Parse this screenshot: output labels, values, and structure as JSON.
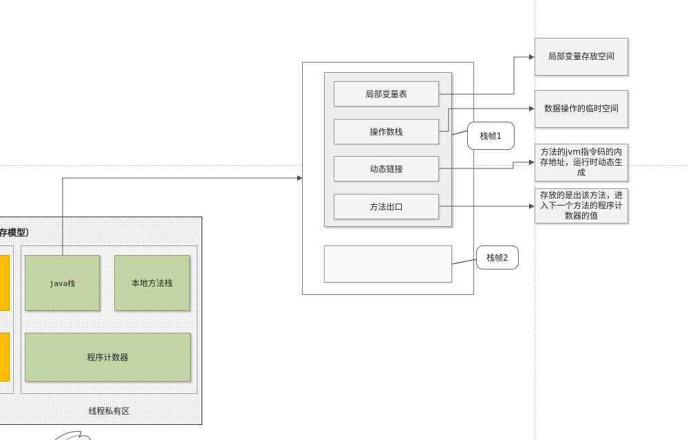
{
  "jmm_box": {
    "title_fragment": "存模型）",
    "private_area_label": "线程私有区",
    "java_stack": "java栈",
    "native_method_stack": "本地方法栈",
    "program_counter": "程序计数器"
  },
  "stack_frame_detail": {
    "slots": {
      "local_variable_table": "局部变量表",
      "operand_stack": "操作数栈",
      "dynamic_linking": "动态链接",
      "method_exit": "方法出口"
    },
    "callout_frame1": "栈帧1",
    "callout_frame2": "栈帧2"
  },
  "annotations": {
    "local_var_space": "局部变量存放空间",
    "temp_space": "数据操作的临时空间",
    "dynamic_link_desc": "方法的jvm指令码的内存地址，运行时动态生成",
    "method_exit_desc": "存放的是出该方法，进入下一个方法的程序计数器的值"
  },
  "colors": {
    "green_box": "#c4d5a5",
    "orange_box": "#ffbf00",
    "connector": "#555555"
  }
}
